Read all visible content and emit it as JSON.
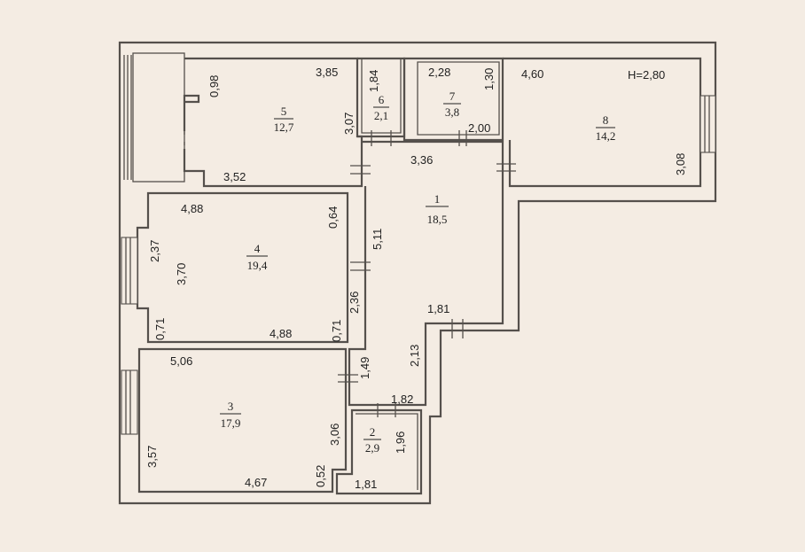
{
  "height_label": "H=2,80",
  "rooms": [
    {
      "id": "1",
      "number": "1",
      "area": "18,5"
    },
    {
      "id": "2",
      "number": "2",
      "area": "2,9"
    },
    {
      "id": "3",
      "number": "3",
      "area": "17,9"
    },
    {
      "id": "4",
      "number": "4",
      "area": "19,4"
    },
    {
      "id": "5",
      "number": "5",
      "area": "12,7"
    },
    {
      "id": "6",
      "number": "6",
      "area": "2,1"
    },
    {
      "id": "7",
      "number": "7",
      "area": "3,8"
    },
    {
      "id": "8",
      "number": "8",
      "area": "14,2"
    }
  ],
  "dimensions": {
    "r5_top": "3,85",
    "r5_left": "0,98",
    "r5_right": "3,07",
    "r5_bottom": "3,52",
    "r6_side": "1,84",
    "r7_top": "2,28",
    "r7_side": "1,30",
    "r7_bottom": "2,00",
    "r8_top": "4,60",
    "r8_right": "3,08",
    "r1_top": "3,36",
    "r1_left": "5,11",
    "r1_bottom": "1,81",
    "r1_notch": "2,13",
    "r4_top": "4,88",
    "r4_notch_top": "0,64",
    "r4_left_upper": "2,37",
    "r4_left": "3,70",
    "r4_right": "2,36",
    "r4_left_lower": "0,71",
    "r4_right_lower": "0,71",
    "r4_bottom": "4,88",
    "r3_top": "5,06",
    "r3_left": "3,57",
    "r3_right": "3,06",
    "r3_notch": "0,52",
    "r3_bottom": "4,67",
    "corridor": "1,49",
    "r2_top": "1,82",
    "r2_side": "1,96",
    "r2_bottom": "1,81"
  }
}
